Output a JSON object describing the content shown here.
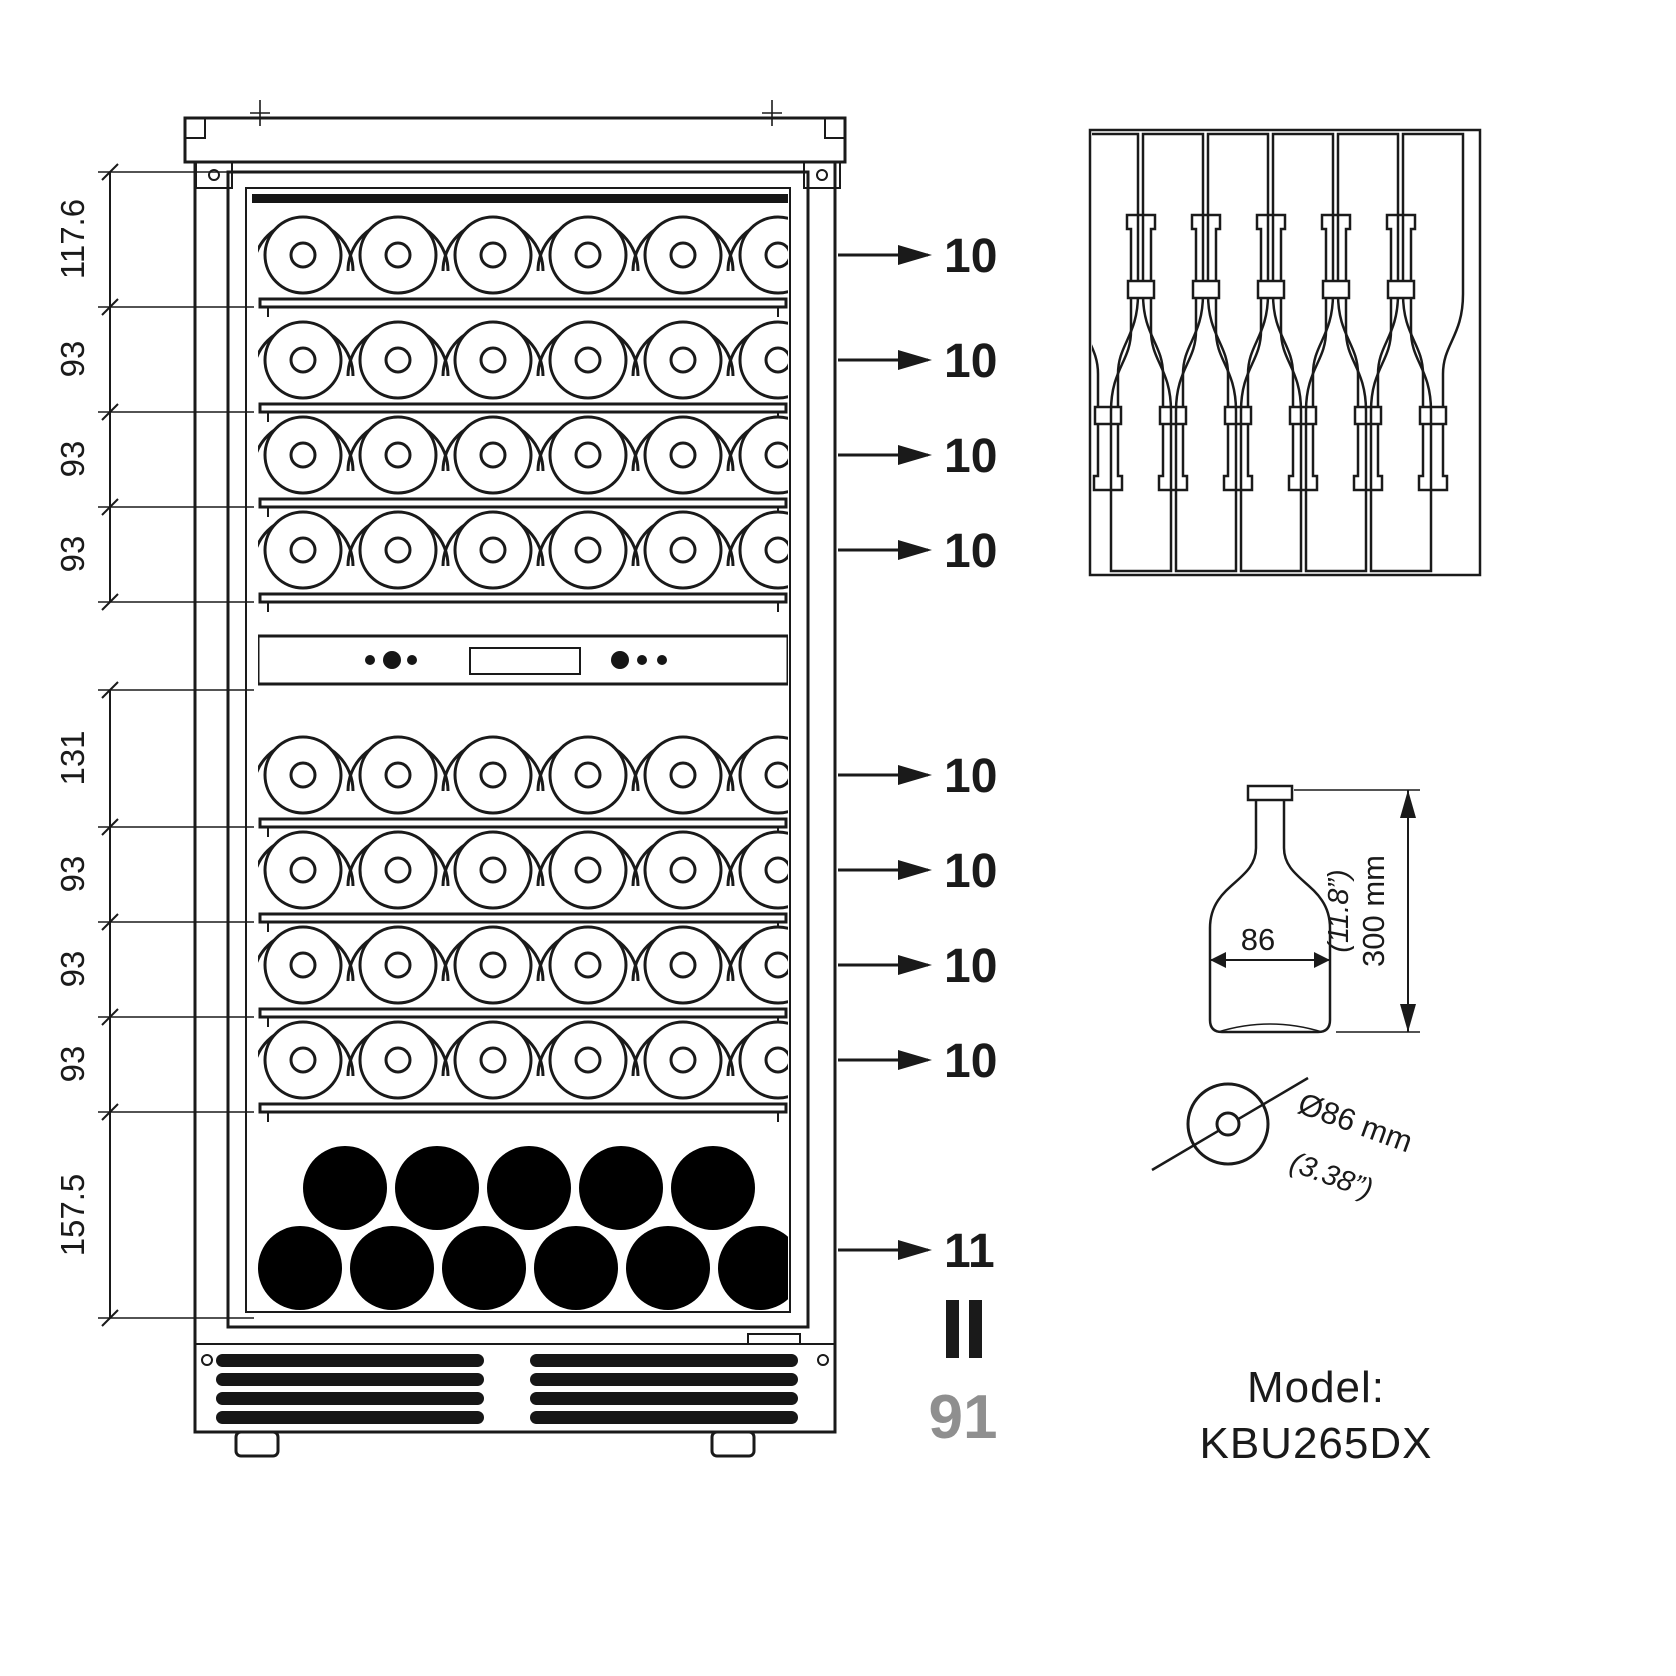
{
  "figure": {
    "title_hidden": "",
    "left_dimensions": [
      "117.6",
      "93",
      "93",
      "93",
      "131",
      "93",
      "93",
      "93",
      "157.5"
    ],
    "shelf_capacities": [
      "10",
      "10",
      "10",
      "10",
      "10",
      "10",
      "10",
      "10",
      "11"
    ],
    "total_capacity": "91"
  },
  "bottle_spec": {
    "height_mm": "300 mm",
    "height_in": "(11.8”)",
    "body_width": "86",
    "diameter_mm": "Ø86 mm",
    "diameter_in": "(3.38”)"
  },
  "model": {
    "label": "Model:",
    "value": "KBU265DX"
  }
}
